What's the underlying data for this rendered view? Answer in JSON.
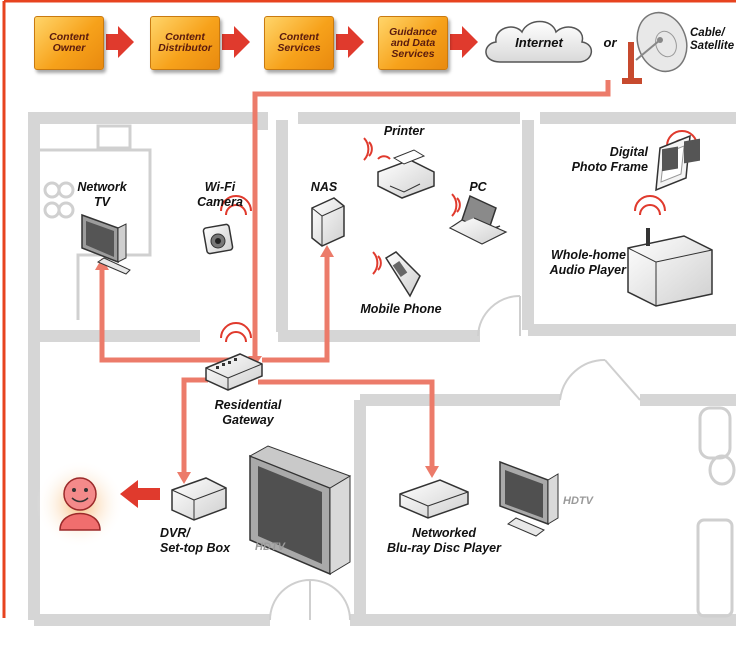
{
  "chain": [
    {
      "text": "Content\nOwner"
    },
    {
      "text": "Content\nDistributor"
    },
    {
      "text": "Content\nServices"
    },
    {
      "text": "Guidance\nand Data\nServices"
    }
  ],
  "internet": "Internet",
  "or": "or",
  "cable": "Cable/\nSatellite",
  "devices": {
    "network_tv": "Network\nTV",
    "wifi_camera": "Wi-Fi\nCamera",
    "nas": "NAS",
    "printer": "Printer",
    "pc": "PC",
    "mobile_phone": "Mobile Phone",
    "photo_frame": "Digital\nPhoto Frame",
    "audio_player": "Whole-home\nAudio Player",
    "gateway": "Residential\nGateway",
    "dvr": "DVR/\nSet-top Box",
    "hdtv1": "HDTV",
    "bluray": "Networked\nBlu-ray Disc Player",
    "hdtv2": "HDTV"
  },
  "colors": {
    "accent": "#e8493d",
    "link": "#ec7b6a",
    "wall": "#d6d6d6",
    "box": "#f7a21b",
    "border": "#e7431f"
  }
}
